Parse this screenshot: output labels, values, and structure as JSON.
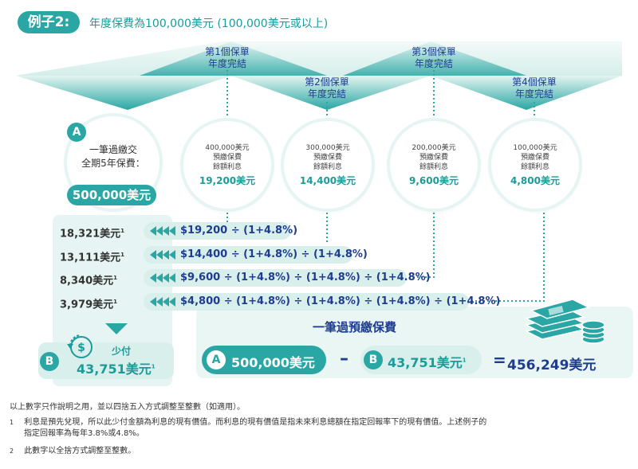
{
  "title": {
    "badge": "例子2:",
    "text": "年度保費為100,000美元 (100,000美元或以上)"
  },
  "years": [
    {
      "l1": "第1個保單",
      "l2": "年度完結"
    },
    {
      "l1": "第2個保單",
      "l2": "年度完結"
    },
    {
      "l1": "第3個保單",
      "l2": "年度完結"
    },
    {
      "l1": "第4個保單",
      "l2": "年度完結"
    }
  ],
  "circle_a": {
    "badge": "A",
    "l1": "一筆過繳交",
    "l2": "全期5年保費：",
    "amount": "500,000美元"
  },
  "circles": [
    {
      "l1": "400,000美元",
      "l2": "預繳保費",
      "l3": "餘額利息",
      "v": "19,200美元"
    },
    {
      "l1": "300,000美元",
      "l2": "預繳保費",
      "l3": "餘額利息",
      "v": "14,400美元"
    },
    {
      "l1": "200,000美元",
      "l2": "預繳保費",
      "l3": "餘額利息",
      "v": "9,600美元"
    },
    {
      "l1": "100,000美元",
      "l2": "預繳保費",
      "l3": "餘額利息",
      "v": "4,800美元"
    }
  ],
  "rows": [
    {
      "value": "18,321美元",
      "sup": "1",
      "formula": "$19,200 ÷ (1+4.8%)"
    },
    {
      "value": "13,111美元",
      "sup": "1",
      "formula": "$14,400 ÷ (1+4.8%) ÷ (1+4.8%)"
    },
    {
      "value": "8,340美元",
      "sup": "1",
      "formula": "$9,600 ÷ (1+4.8%) ÷ (1+4.8%) ÷ (1+4.8%)"
    },
    {
      "value": "3,979美元",
      "sup": "1",
      "formula": "$4,800 ÷ (1+4.8%) ÷ (1+4.8%) ÷ (1+4.8%) ÷ (1+4.8%)"
    }
  ],
  "b_box": {
    "badge": "B",
    "label": "少付",
    "value": "43,751美元",
    "sup": "1"
  },
  "summary": {
    "heading": "一筆過預繳保費",
    "a_badge": "A",
    "a_value": "500,000美元",
    "minus": "–",
    "b_badge": "B",
    "b_value": "43,751美元",
    "b_sup": "1",
    "equals": "=",
    "result": "456,249美元"
  },
  "notes": {
    "line1": "以上數字只作說明之用，並以四捨五入方式調整至整數（如適用）。",
    "n1_mark": "1",
    "n1": "利息是預先兌現，所以此少付金額為利息的現有價值。而利息的現有價值是指未來利息總額在指定回報率下的現有價值。上述例子的",
    "n1b": "指定回報率為每年3.8%或4.8%。",
    "n2_mark": "2",
    "n2": "此數字以全捨方式調整至整數。"
  },
  "colors": {
    "teal": "#2aa7a4",
    "navy": "#1e3d8f",
    "light": "#d9efec"
  }
}
